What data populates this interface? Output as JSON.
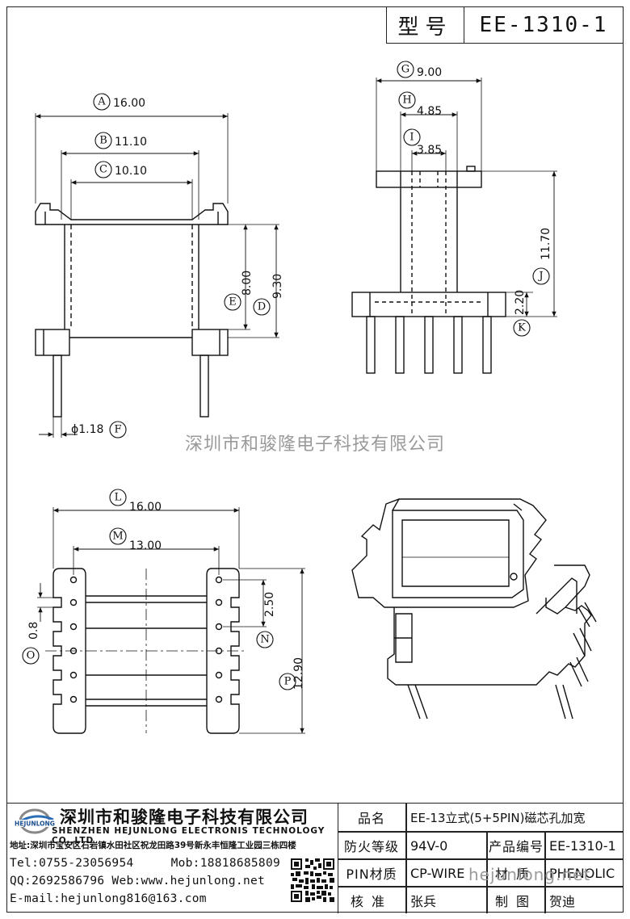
{
  "header": {
    "type_label": "型号",
    "model": "EE-1310-1"
  },
  "dimensions": {
    "A": "16.00",
    "B": "11.10",
    "C": "10.10",
    "D": "9.30",
    "E": "8.00",
    "F": "ϕ1.18",
    "G": "9.00",
    "H": "4.85",
    "I": "3.85",
    "J": "11.70",
    "K": "2.20",
    "L": "16.00",
    "M": "13.00",
    "N": "2.50",
    "O": "0.8",
    "P": "12.90"
  },
  "watermark": "深圳市和骏隆电子科技有限公司",
  "company": {
    "logo_text": "HEJUNLONG",
    "name_cn": "深圳市和骏隆电子科技有限公司",
    "name_en": "SHENZHEN HEJUNLONG ELECTRONIS TECHNOLOGY CO.,LTD",
    "address": "地址:深圳市宝安区石岩镇水田社区祝龙田路39号新永丰恒隆工业园三栋四楼",
    "tel": "Tel:0755-23056954",
    "mob": "Mob:18818685809",
    "qq": "QQ:2692586796 Web:www.hejunlong.net",
    "email": "E-mail:hejunlong816@163.com"
  },
  "spec": {
    "product_name_label": "品名",
    "product_name": "EE-13立式(5+5PIN)磁芯孔加宽",
    "fire_rating_label": "防火等级",
    "fire_rating": "94V-0",
    "product_no_label": "产品编号",
    "product_no": "EE-1310-1",
    "pin_material_label": "PIN材质",
    "pin_material": "CP-WIRE",
    "material_label": "材质",
    "material": "PHENOLIC",
    "check_label": "核准",
    "checker": "张兵",
    "drawn_label": "制图",
    "drawer": "贺迪"
  },
  "web_watermark": "hejunlong.net"
}
